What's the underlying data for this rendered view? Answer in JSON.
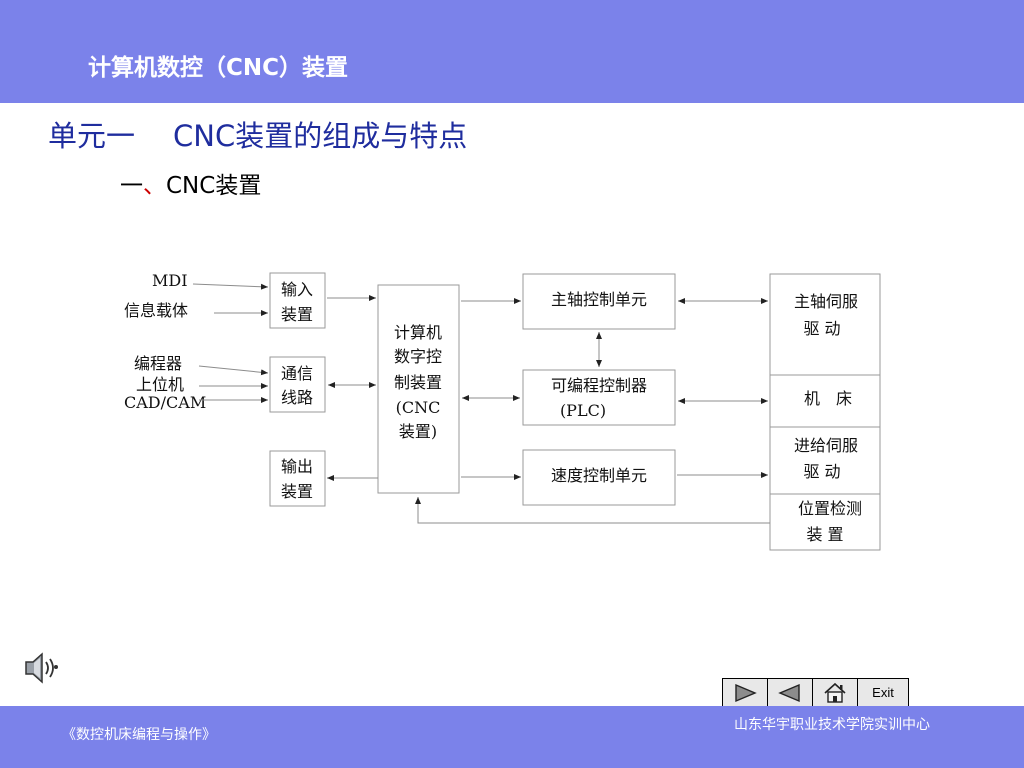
{
  "header": {
    "title": "计算机数控（CNC）装置"
  },
  "unit_title": {
    "prefix": "单元一",
    "text": "CNC装置的组成与特点"
  },
  "section_title": {
    "prefix": "一",
    "separator": "、",
    "text": "CNC装置"
  },
  "diagram": {
    "inputs": {
      "mdi": "MDI",
      "carrier": "信息载体",
      "programmer": "编程器",
      "host": "上位机",
      "cadcam": "CAD/CAM"
    },
    "boxes": {
      "input_device": [
        "输入",
        "装置"
      ],
      "comm_line": [
        "通信",
        "线路"
      ],
      "output_device": [
        "输出",
        "装置"
      ],
      "cnc": [
        "计算机",
        "数字控",
        "制装置",
        "(CNC",
        "装置)"
      ],
      "spindle_ctrl": [
        "主轴控制单元"
      ],
      "plc": [
        "可编程控制器",
        "(PLC)"
      ],
      "speed_ctrl": [
        "速度控制单元"
      ],
      "spindle_servo": [
        "主轴伺服",
        "驱 动"
      ],
      "machine": [
        "机　床"
      ],
      "feed_servo": [
        "进给伺服",
        "驱 动"
      ],
      "position_detect": [
        "位置检测",
        "装 置"
      ]
    }
  },
  "nav": {
    "next_icon": "play-right-icon",
    "prev_icon": "play-left-icon",
    "home_icon": "home-icon",
    "exit_label": "Exit"
  },
  "speaker_icon": "speaker-icon",
  "footer": {
    "left": "《数控机床编程与操作》",
    "right": "山东华宇职业技术学院实训中心"
  },
  "colors": {
    "banner": "#7b82ea",
    "unit_title": "#1f2d9e",
    "separator": "#cc0000"
  }
}
